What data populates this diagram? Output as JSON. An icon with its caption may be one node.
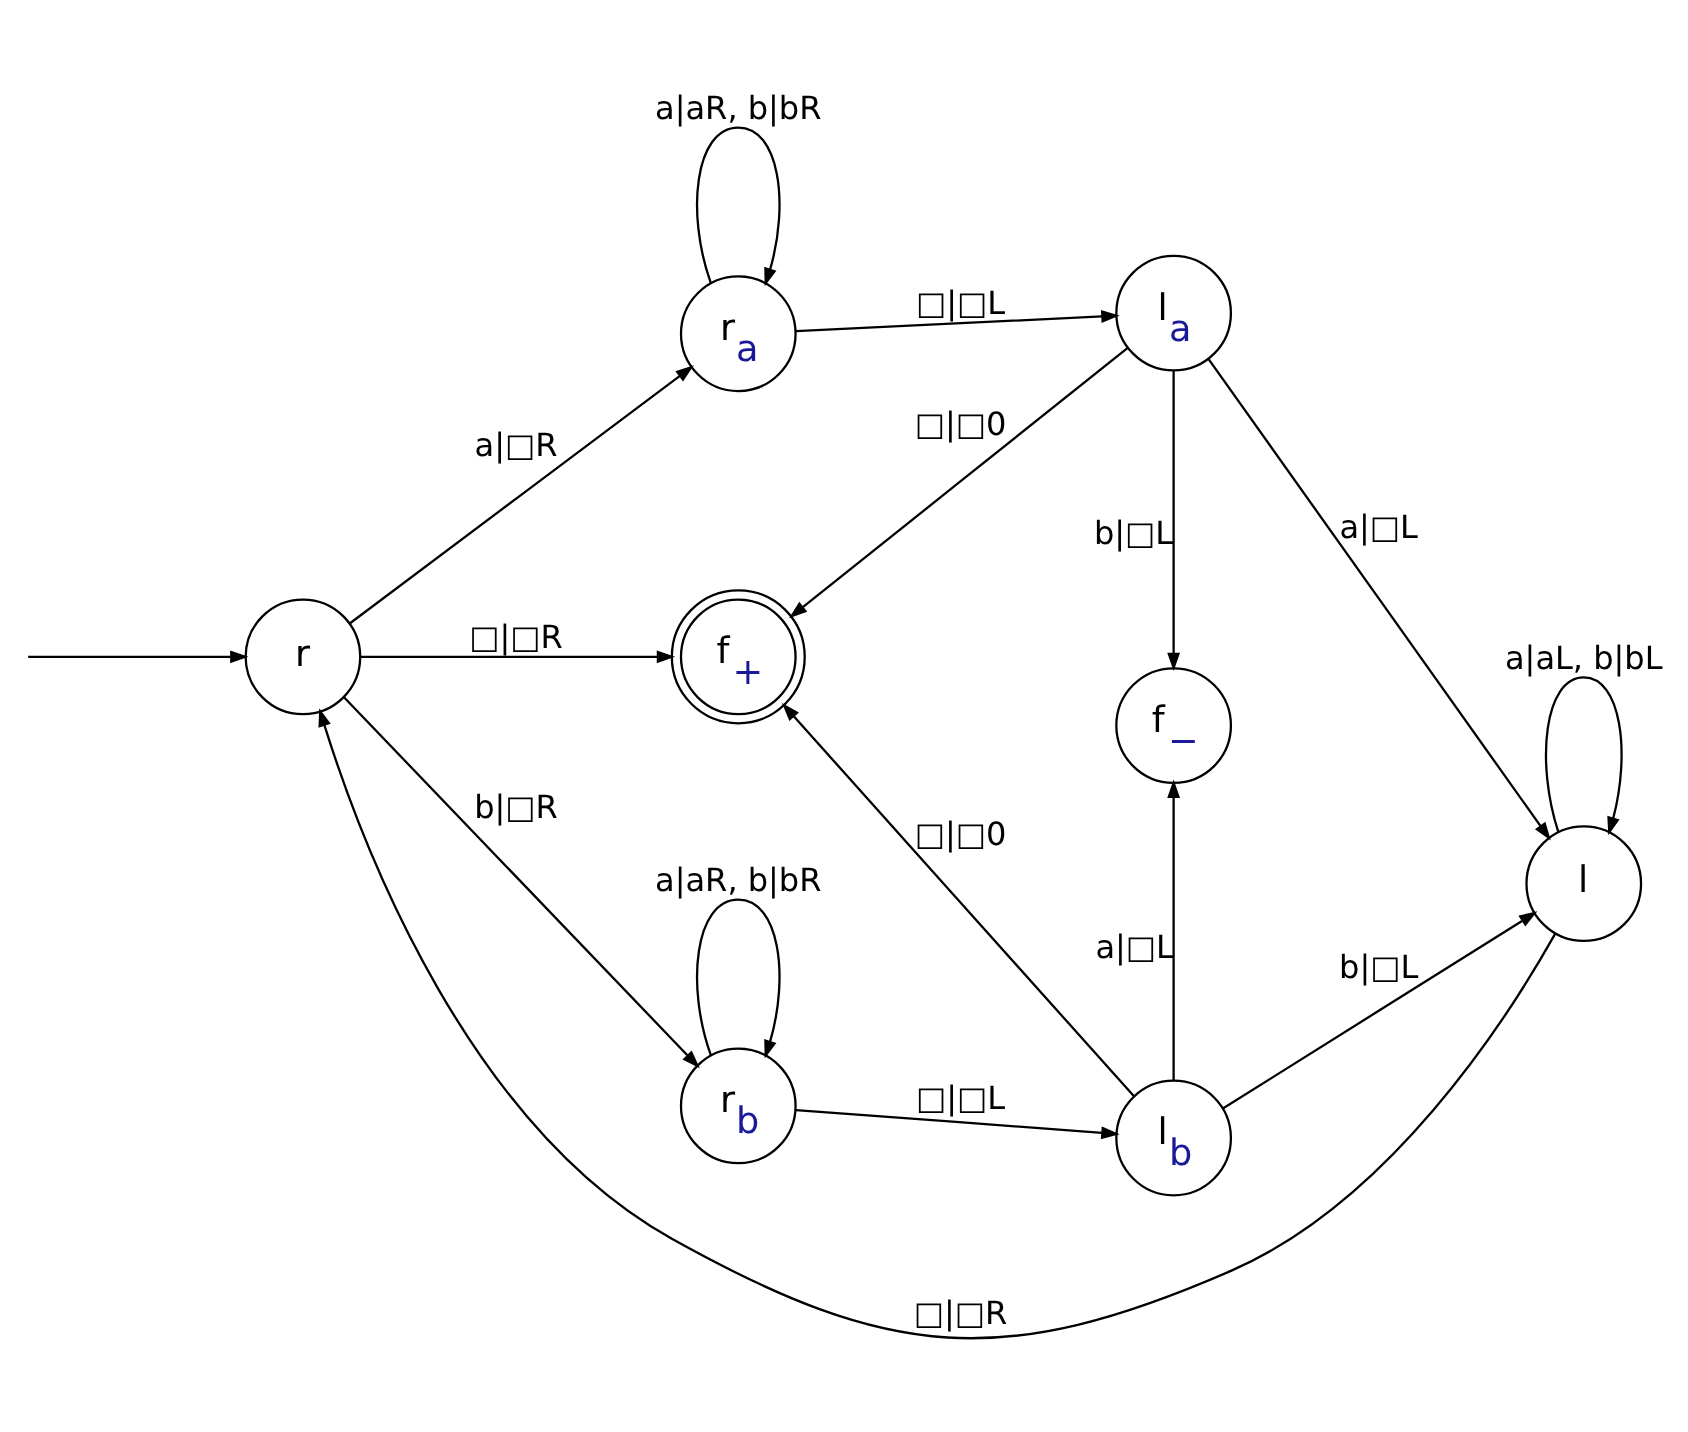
{
  "diagram": {
    "nodes": [
      {
        "text": [
          "r$_{a}$"
        ]
      },
      {
        "text": [
          "l$_{a}$"
        ]
      },
      {
        "text": [
          "r"
        ]
      },
      {
        "text": [
          "f$_{+}$"
        ]
      },
      {
        "text": [
          "f$_{−}$"
        ]
      },
      {
        "text": [
          "l"
        ]
      },
      {
        "text": [
          "r$_{b}$"
        ]
      },
      {
        "text": [
          "l$_{b}$"
        ]
      }
    ],
    "edges": [
      {
        "from": null,
        "to": 2,
        "arrow": "to"
      },
      {
        "from": 2,
        "to": 0,
        "arrow": "to",
        "label": "a|□R"
      },
      {
        "from": 0,
        "to": 0,
        "arrow": "to",
        "label": "a|aR, b|bR"
      },
      {
        "from": 0,
        "to": 1,
        "arrow": "to",
        "label": "□|□L"
      },
      {
        "from": 1,
        "to": 3,
        "arrow": "to",
        "label": "□|□0"
      },
      {
        "from": 1,
        "to": 4,
        "arrow": "to",
        "label": "b|□L"
      },
      {
        "from": 1,
        "to": 5,
        "arrow": "to",
        "label": "a|□L"
      },
      {
        "from": 5,
        "to": 5,
        "arrow": "to",
        "label": "a|aL, b|bL"
      },
      {
        "from": 2,
        "to": 3,
        "arrow": "to",
        "label": "□|□R"
      },
      {
        "from": 2,
        "to": 6,
        "arrow": "to",
        "label": "b|□R"
      },
      {
        "from": 6,
        "to": 6,
        "arrow": "to",
        "label": "a|aR, b|bR"
      },
      {
        "from": 6,
        "to": 7,
        "arrow": "to",
        "label": "□|□L"
      },
      {
        "from": 7,
        "to": 3,
        "arrow": "to",
        "label": "□|□0"
      },
      {
        "from": 7,
        "to": 4,
        "arrow": "to",
        "label": "a|□L"
      },
      {
        "from": 7,
        "to": 5,
        "arrow": "to",
        "label": "b|□L"
      },
      {
        "from": 5,
        "to": 2,
        "arrow": "to",
        "label": "□|□R"
      }
    ]
  }
}
